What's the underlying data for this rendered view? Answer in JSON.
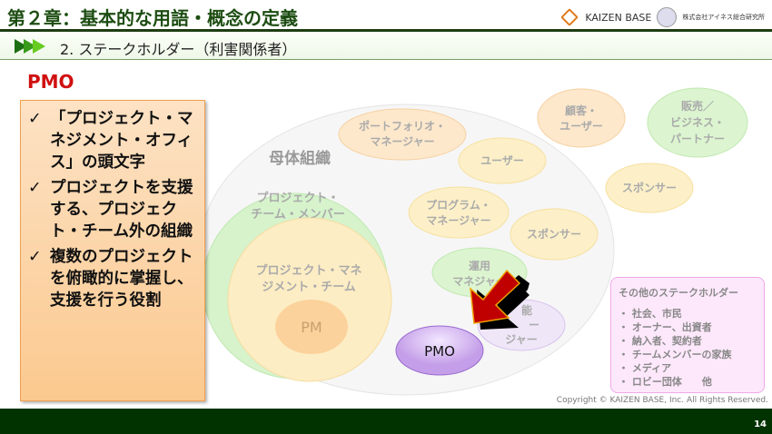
{
  "header": {
    "title": "第２章：基本的な用語・概念の定義",
    "logo_text": "KAIZEN BASE",
    "company": "株式会社アイネス総合研究所"
  },
  "section": {
    "title": "2. ステークホルダー（利害関係者）"
  },
  "main": {
    "heading": "PMO",
    "bullets": [
      {
        "icon": "check-icon",
        "text": "「プロジェクト・マネジメント・オフィス」の頭文字"
      },
      {
        "icon": "check-icon",
        "text": "プロジェクトを支援する、プロジェクト・チーム外の組織"
      },
      {
        "icon": "check-icon",
        "text": "複数のプロジェクトを俯瞰的に掌握し、支援を行う役割"
      }
    ]
  },
  "diagram": {
    "parent_org": "母体組織",
    "project_team": [
      "プロジェクト・",
      "チーム・メンバー"
    ],
    "pm_team": [
      "プロジェクト・マネ",
      "ジメント・チーム"
    ],
    "pm": "PM",
    "portfolio": [
      "ポートフォリオ・",
      "マネージャー"
    ],
    "user": "ユーザー",
    "program": [
      "プログラム・",
      "マネージャー"
    ],
    "sponsor_inner": "スポンサー",
    "operations": [
      "運用",
      "マネジャー"
    ],
    "functional": [
      "能",
      "ー",
      "ジャー"
    ],
    "pmo": "PMO",
    "customer": [
      "顧客・",
      "ユーザー"
    ],
    "sales": [
      "販売／",
      "ビジネス・",
      "パートナー"
    ],
    "sponsor_outer": "スポンサー",
    "colors": {
      "arrow": "#c00000",
      "pmo": "#c9a6ea",
      "green": "#cdf0c0",
      "yellow": "#fde9b8",
      "orange": "#fde2c4"
    }
  },
  "other_stakeholders": {
    "title": "その他のステークホルダー",
    "items": [
      "社会、市民",
      "オーナー、出資者",
      "納入者、契約者",
      "チームメンバーの家族",
      "メディア",
      "ロビー団体　　他"
    ]
  },
  "footer": {
    "copyright": "Copyright ©  KAIZEN BASE, Inc.  All Rights Reserved.",
    "page": "14"
  }
}
